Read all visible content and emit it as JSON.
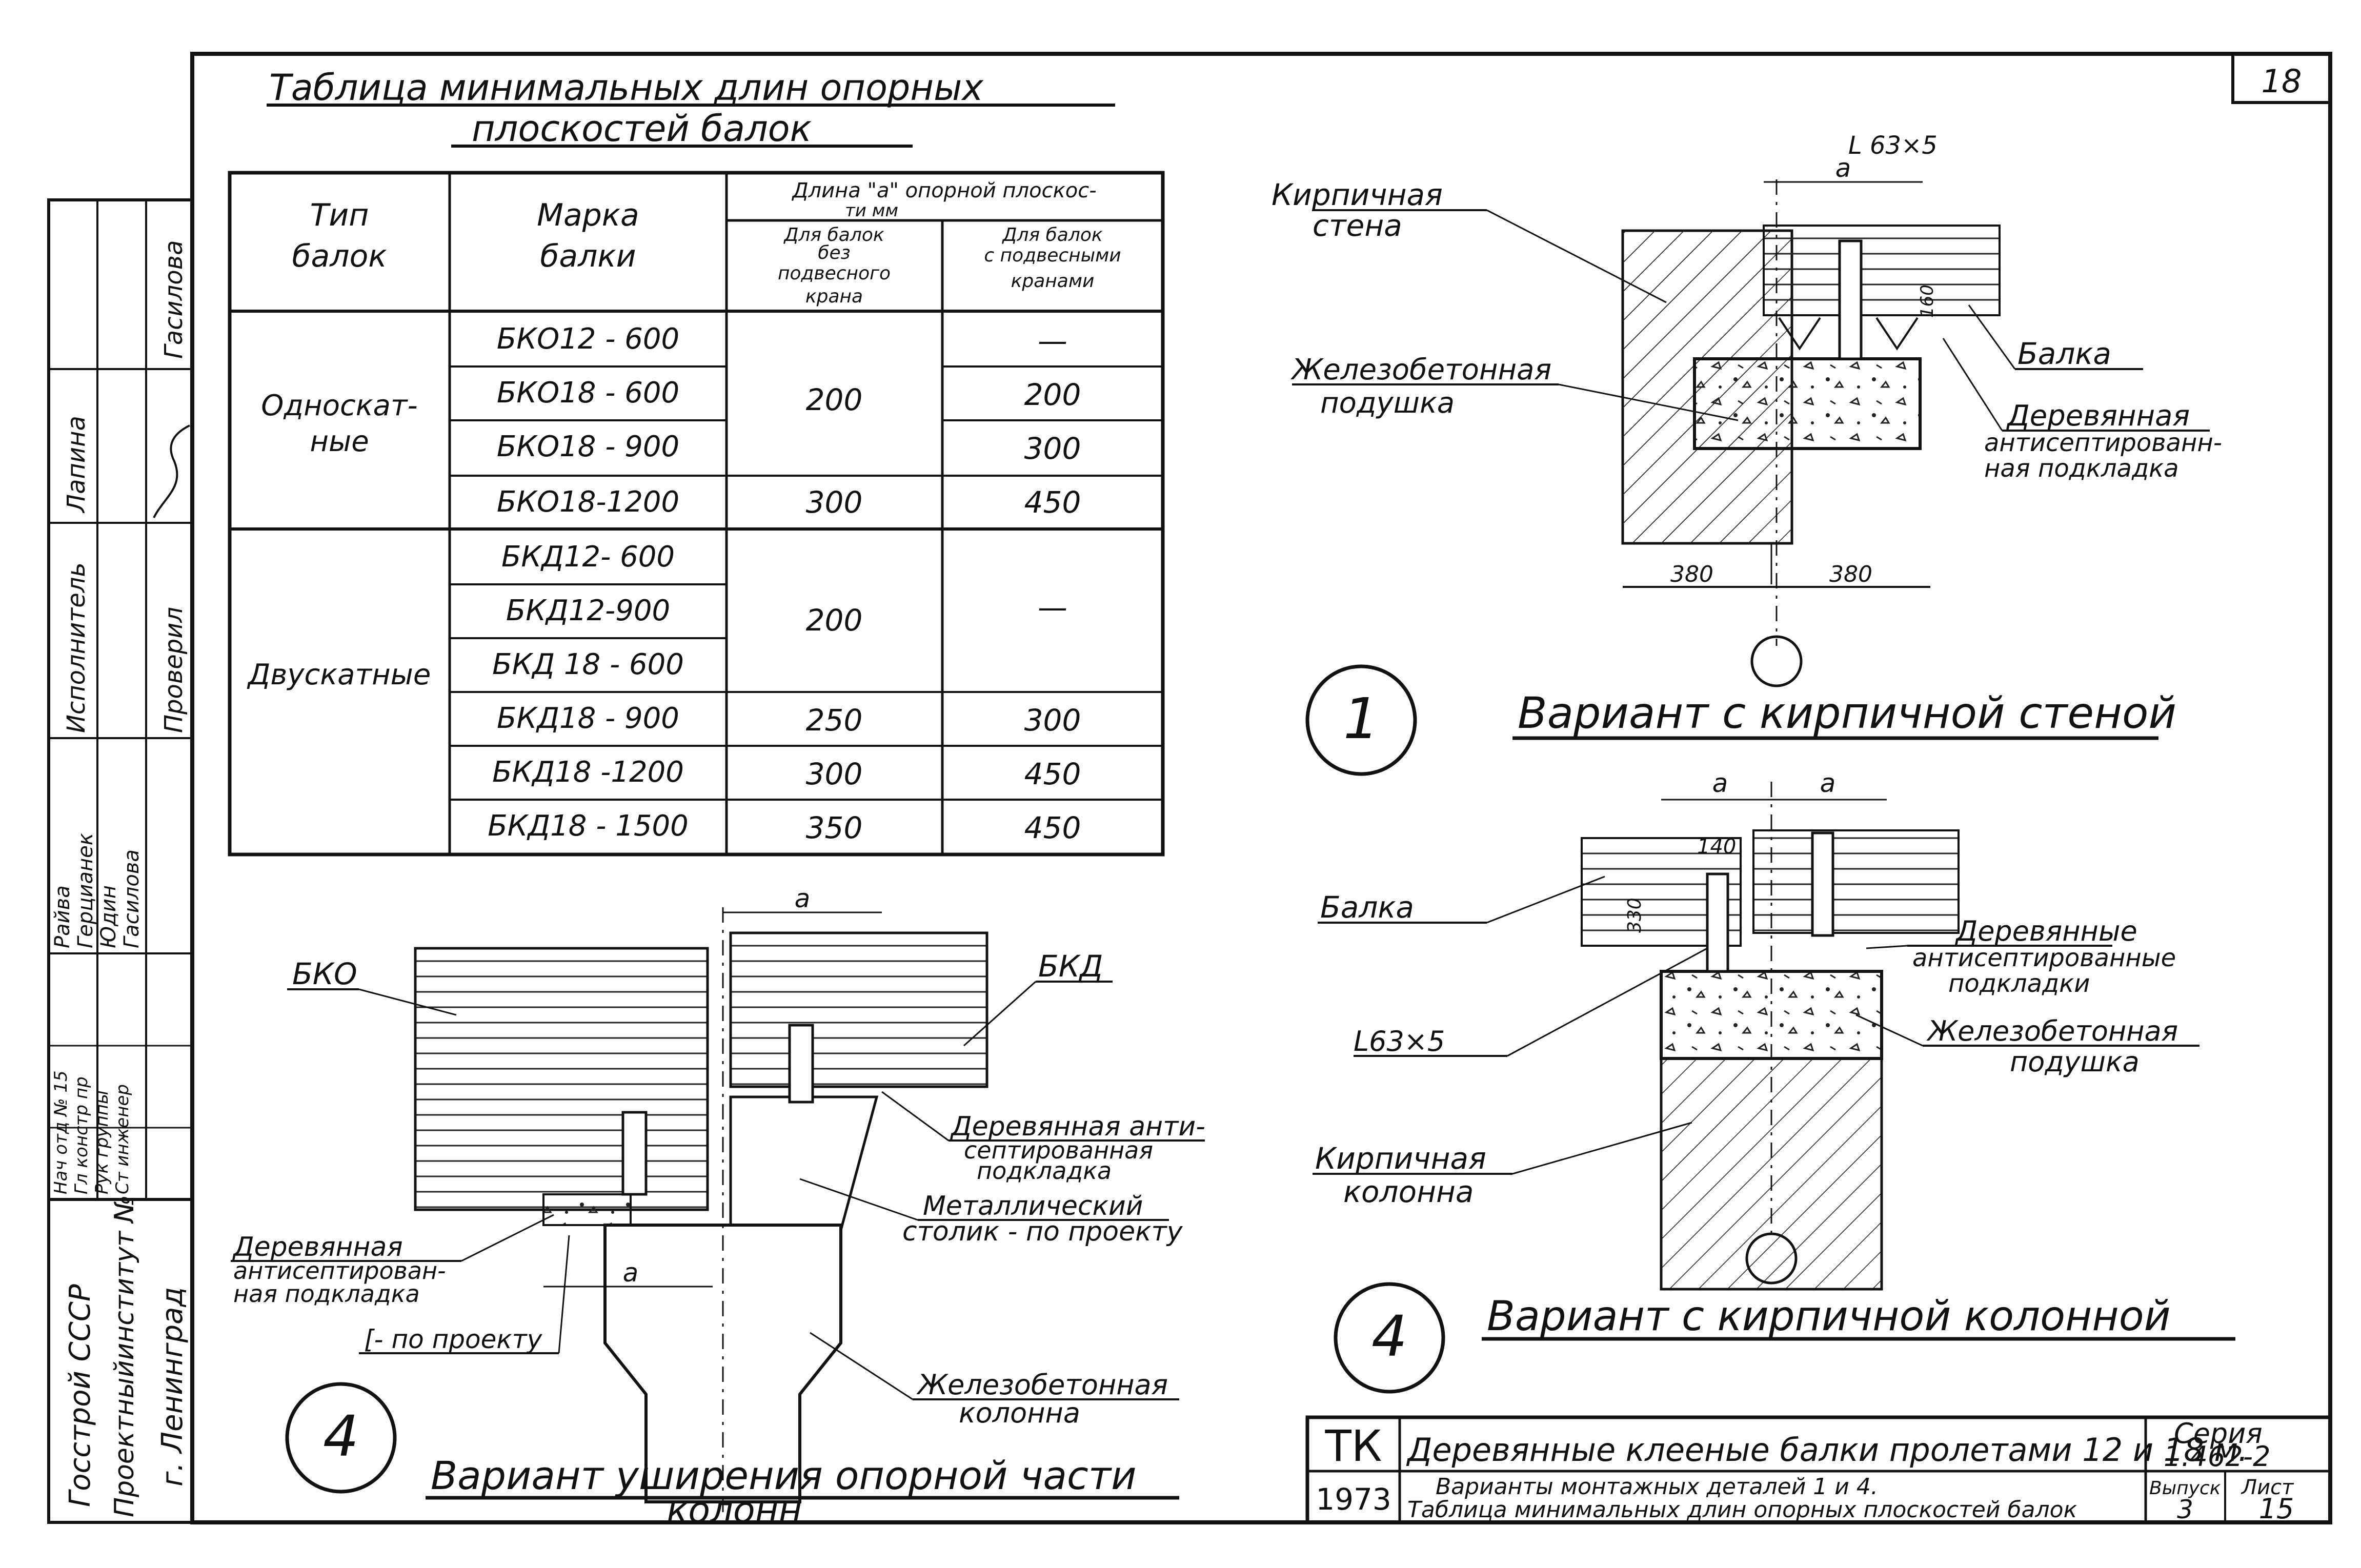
{
  "sheet_number": "18",
  "table": {
    "title_line1": "Таблица минимальных длин опорных",
    "title_line2": "плоскостей балок",
    "head": {
      "type_line1": "Тип",
      "type_line2": "балок",
      "mark_line1": "Марка",
      "mark_line2": "балки",
      "length_line1": "Длина \"а\" опорной плоскос-",
      "length_line2": "ти мм",
      "without_line1": "Для балок",
      "without_line2": "без",
      "without_line3": "подвесного",
      "without_line4": "крана",
      "with_line1": "Для балок",
      "with_line2": "с подвесными",
      "with_line3": "кранами"
    },
    "group1": {
      "line1": "Односкат-",
      "line2": "ные"
    },
    "group2": {
      "line1": "Двускатные"
    },
    "rows": [
      {
        "mark": "БКО12 - 600",
        "without": "",
        "with": "—"
      },
      {
        "mark": "БКО18 - 600",
        "without": "200",
        "with": "200"
      },
      {
        "mark": "БКО18 - 900",
        "without": "",
        "with": "300"
      },
      {
        "mark": "БКО18-1200",
        "without": "300",
        "with": "450"
      },
      {
        "mark": "БКД12- 600",
        "without": "",
        "with": ""
      },
      {
        "mark": "БКД12-900",
        "without": "200",
        "with": "—"
      },
      {
        "mark": "БКД 18 - 600",
        "without": "",
        "with": ""
      },
      {
        "mark": "БКД18 - 900",
        "without": "250",
        "with": "300"
      },
      {
        "mark": "БКД18 -1200",
        "without": "300",
        "with": "450"
      },
      {
        "mark": "БКД18 - 1500",
        "without": "350",
        "with": "450"
      }
    ]
  },
  "v1": {
    "label_brick_wall_1": "Кирпичная",
    "label_brick_wall_2": "стена",
    "label_pad_1": "Железобетонная",
    "label_pad_2": "подушка",
    "label_beam": "Балка",
    "label_wood_1": "Деревянная",
    "label_wood_2": "антисептированн-",
    "label_wood_3": "ная подкладка",
    "angle": "L 63×5",
    "dim_a": "a",
    "dim_160": "160",
    "dim_380_left": "380",
    "dim_380_right": "380",
    "circle_num": "1",
    "caption": "Вариант с кирпичной стеной"
  },
  "v4col": {
    "dim_a1": "a",
    "dim_a2": "a",
    "dim_140": "140",
    "dim_330": "330",
    "label_beam": "Балка",
    "label_wood_1": "Деревянные",
    "label_wood_2": "антисептированные",
    "label_wood_3": "подкладки",
    "angle": "L63×5",
    "label_pad_1": "Железобетонная",
    "label_pad_2": "подушка",
    "label_col_1": "Кирпичная",
    "label_col_2": "колонна",
    "circle_num": "4",
    "caption": "Вариант с кирпичной колонной"
  },
  "v4ext": {
    "label_bko": "БКО",
    "label_bkd": "БКД",
    "dim_a_top": "a",
    "dim_a_bottom": "a",
    "label_wood_r1": "Деревянная анти-",
    "label_wood_r2": "септированная",
    "label_wood_r3": "подкладка",
    "label_metal_1": "Металлический",
    "label_metal_2": "столик - по проекту",
    "label_wood_l1": "Деревянная",
    "label_wood_l2": "антисептирован-",
    "label_wood_l3": "ная подкладка",
    "label_channel": "[- по проекту",
    "label_rc_col_1": "Железобетонная",
    "label_rc_col_2": "колонна",
    "circle_num": "4",
    "caption_1": "Вариант уширения опорной части",
    "caption_2": "колонн"
  },
  "stamp": {
    "org1": "Госстрой СССР",
    "org2": "Проектныйинститут №",
    "org3": "г. Ленинград",
    "roles": [
      "Нач отд № 15",
      "Гл констр пр",
      "Рук группы",
      "Ст инженер"
    ],
    "names": [
      "Райва",
      "Герцианек",
      "Юдин",
      "Гасилова"
    ],
    "executor": "Исполнитель",
    "executor_name": "Лапина",
    "checked": "Проверил",
    "checked_name": "Гасилова"
  },
  "titleblock": {
    "code": "ТК",
    "year": "1973",
    "title": "Деревянные клееные балки пролетами 12 и 18 м.",
    "subtitle_1": "Варианты монтажных деталей 1 и 4.",
    "subtitle_2": "Таблица минимальных длин опорных плоскостей балок",
    "series_label": "Серия",
    "series_value": "1.462-2",
    "issue_label": "Выпуск",
    "issue_value": "3",
    "sheet_label": "Лист",
    "sheet_value": "15"
  }
}
